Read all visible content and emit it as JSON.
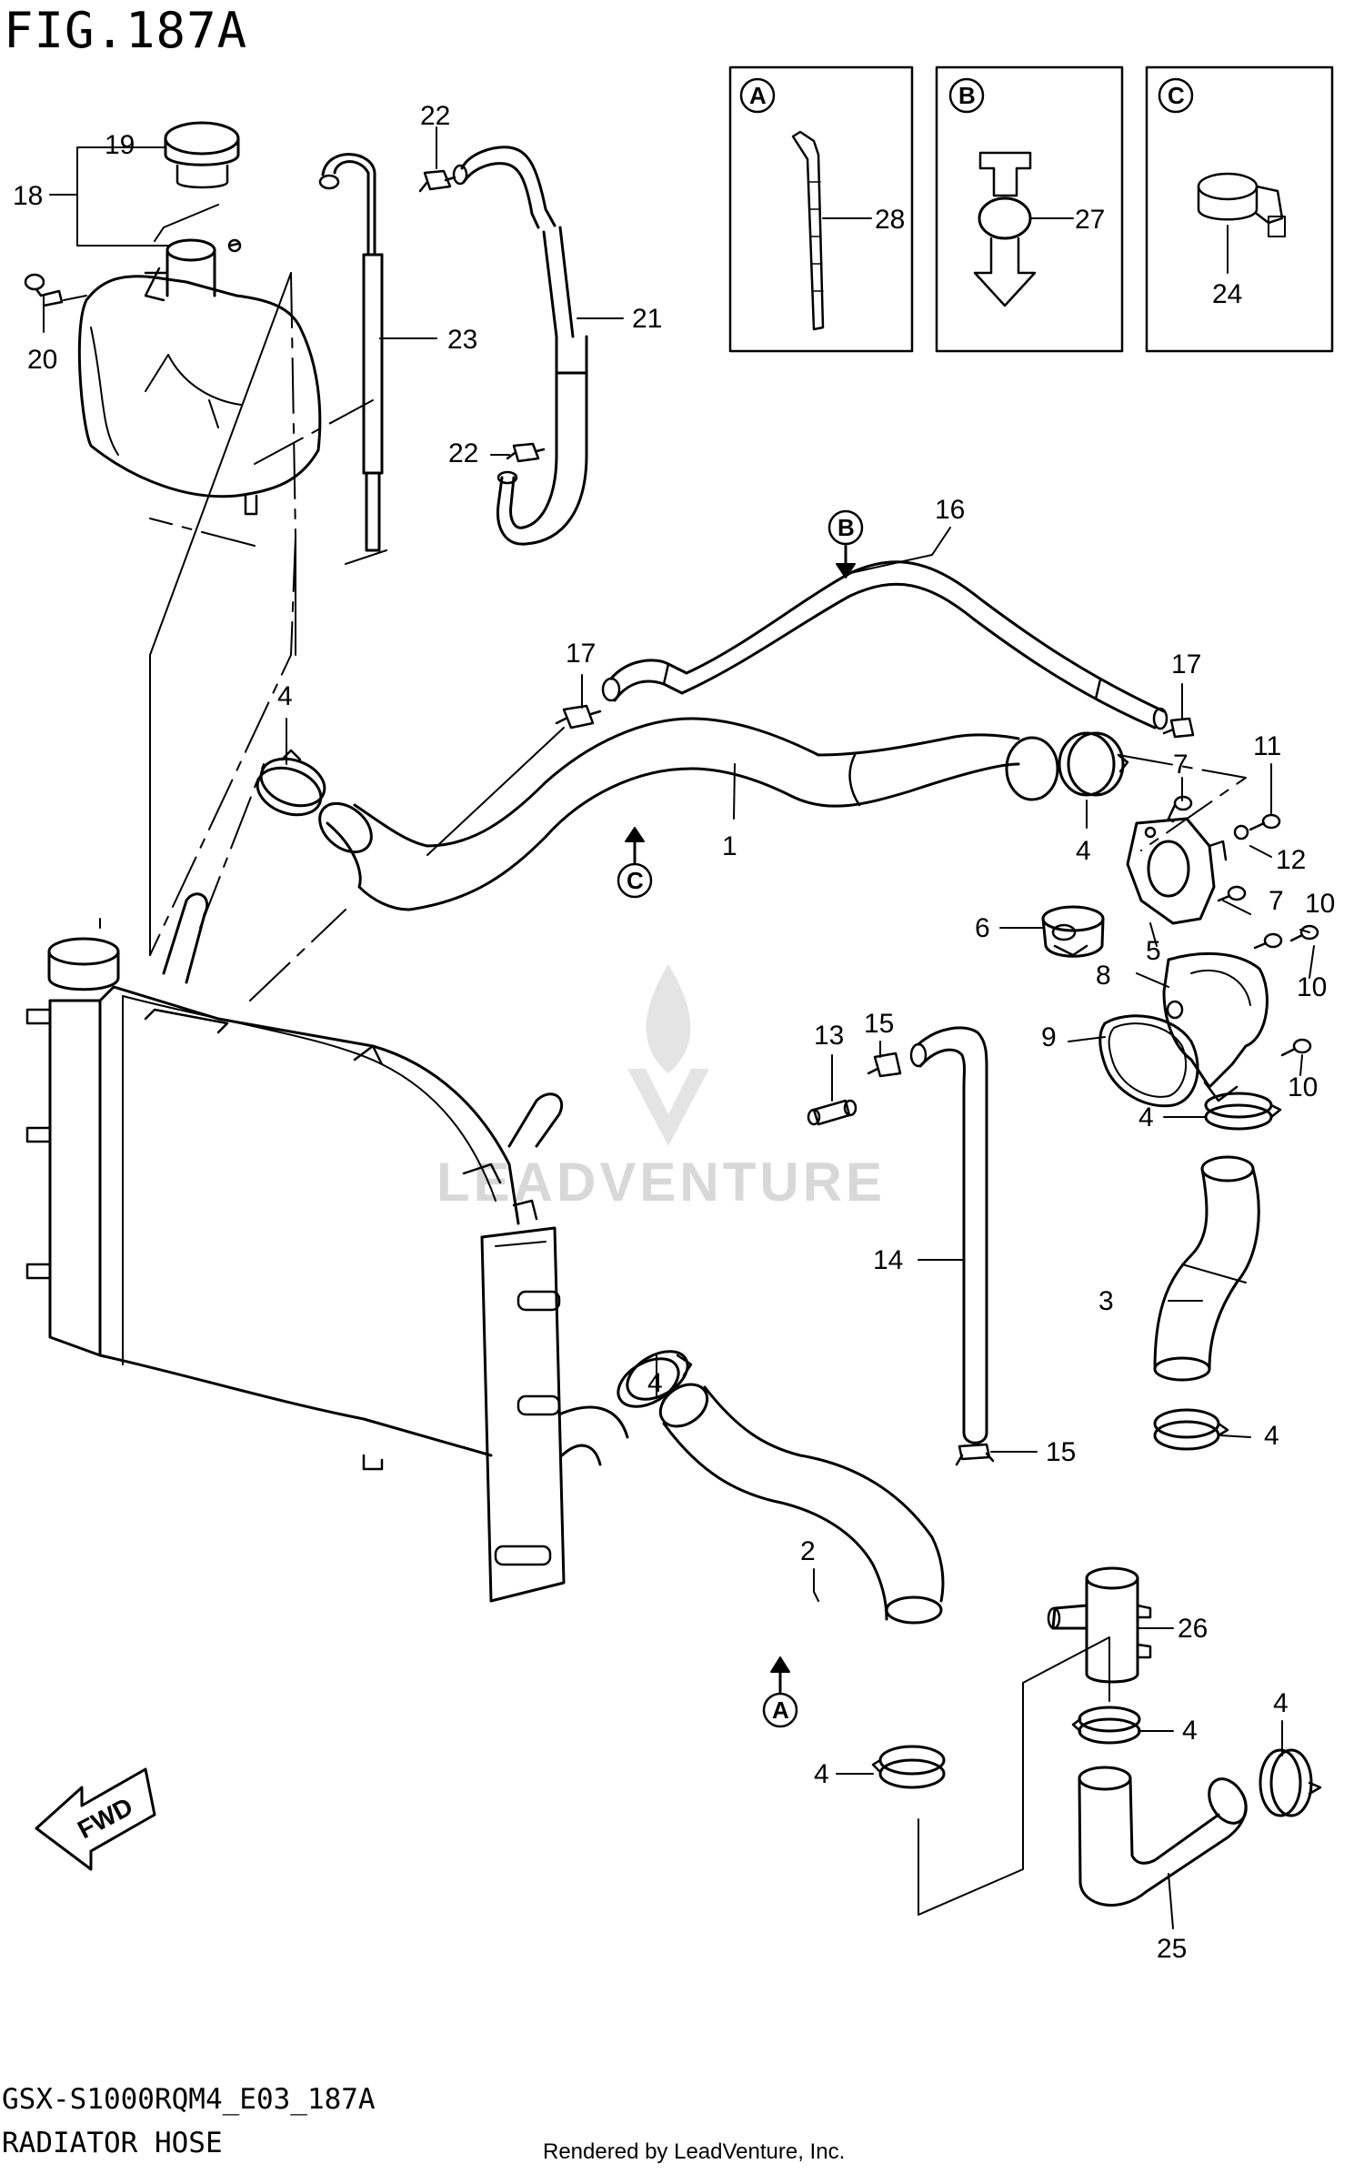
{
  "figure": {
    "title": "FIG.187A",
    "model_code": "GSX-S1000RQM4_E03_187A",
    "section_name": "RADIATOR HOSE",
    "rendered_by": "Rendered by LeadVenture, Inc.",
    "watermark": "LEADVENTURE",
    "direction_marker": "FWD"
  },
  "detail_boxes": [
    {
      "letter": "A",
      "part_number": "28"
    },
    {
      "letter": "B",
      "part_number": "27"
    },
    {
      "letter": "C",
      "part_number": "24"
    }
  ],
  "callouts": [
    "1",
    "2",
    "3",
    "4",
    "5",
    "6",
    "7",
    "8",
    "9",
    "10",
    "11",
    "12",
    "13",
    "14",
    "15",
    "16",
    "17",
    "18",
    "19",
    "20",
    "21",
    "22",
    "23",
    "24",
    "25",
    "26",
    "27",
    "28"
  ],
  "diagram_markers": [
    "A",
    "B",
    "C"
  ],
  "colors": {
    "line": "#000000",
    "background": "#ffffff",
    "watermark": "#d8d8d8"
  }
}
